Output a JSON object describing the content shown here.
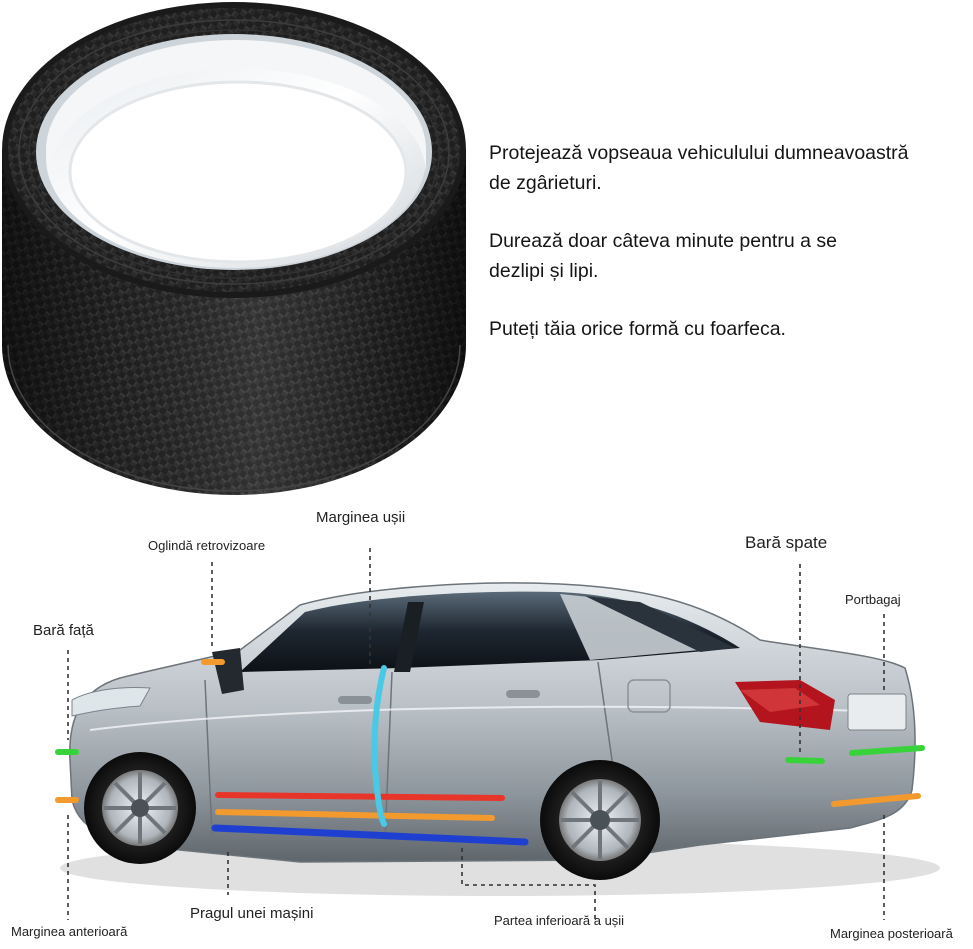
{
  "features": [
    " Protejează vopseaua vehiculului dumneavoastră",
    "de zgârieturi.",
    "Durează doar câteva minute pentru a se",
    "dezlipi și lipi.",
    "Puteți tăia orice formă cu foarfeca."
  ],
  "labels": {
    "door_edge": "Marginea ușii",
    "mirror": "Oglindă retrovizoare",
    "rear_bumper": "Bară spate",
    "trunk": "Portbagaj",
    "front_bumper": "Bară față",
    "sill": "Pragul unei mașini",
    "door_bottom": "Partea inferioară a ușii",
    "front_edge": "Marginea anterioară",
    "rear_edge": "Marginea posterioară"
  },
  "colors": {
    "tape_red": "#e8352a",
    "tape_orange": "#f29a2e",
    "tape_blue": "#1f3fd0",
    "tape_green": "#38d33a",
    "tape_cyan": "#49c9e6"
  }
}
